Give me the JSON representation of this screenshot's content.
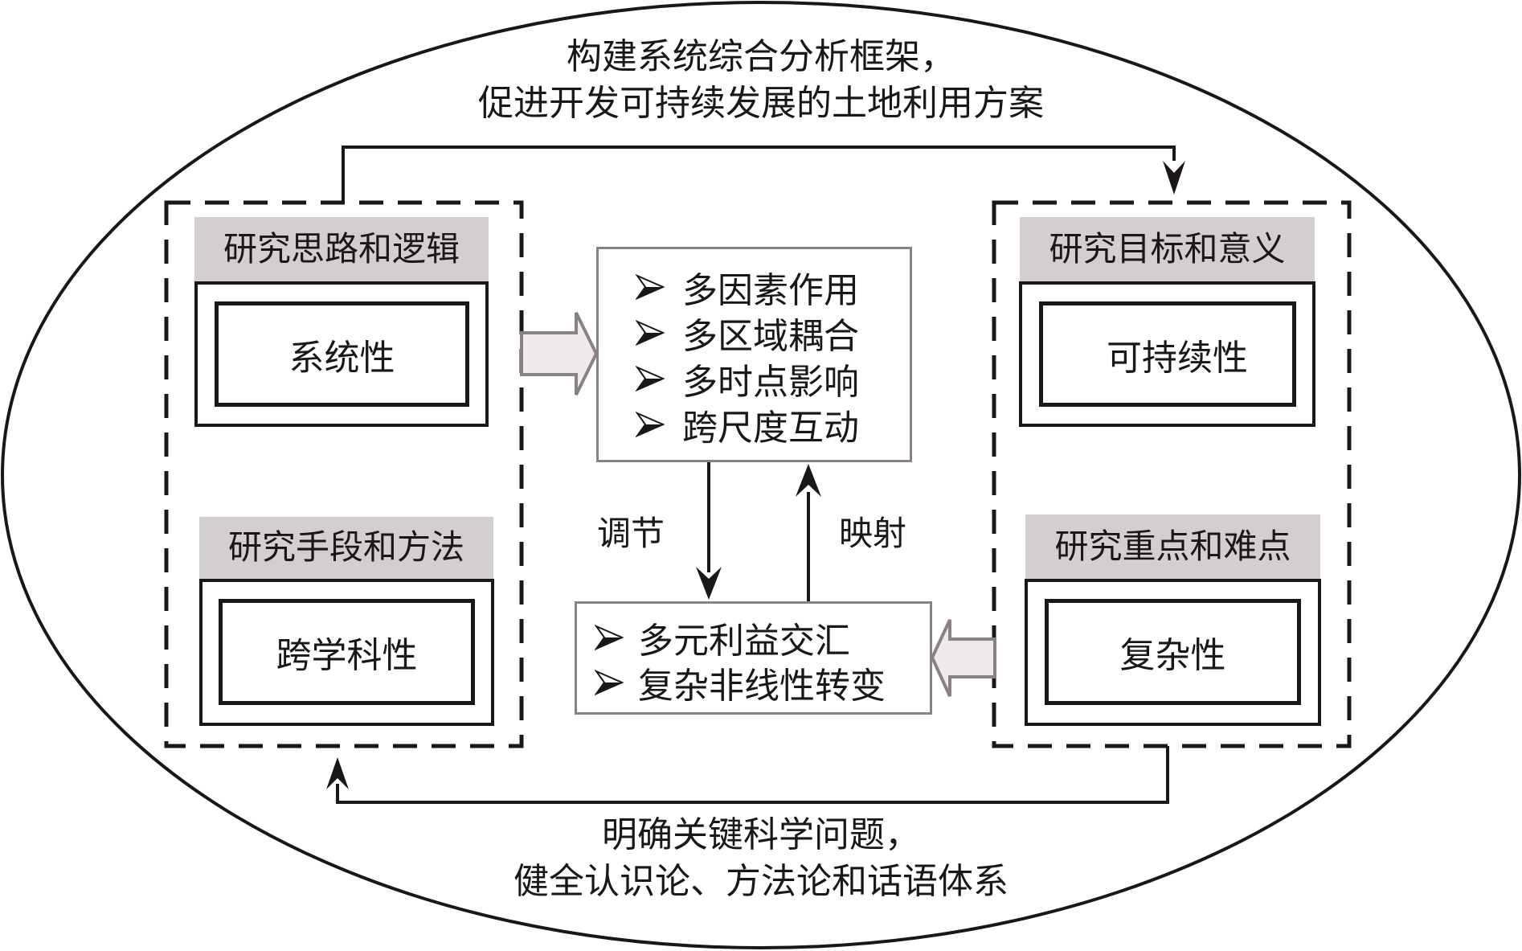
{
  "diagram": {
    "top_caption": {
      "line1": "构建系统综合分析框架，",
      "line2": "促进开发可持续发展的土地利用方案"
    },
    "bottom_caption": {
      "line1": "明确关键科学问题，",
      "line2": "健全认识论、方法论和话语体系"
    },
    "left_group": {
      "top": {
        "label": "研究思路和逻辑",
        "value": "系统性"
      },
      "bottom": {
        "label": "研究手段和方法",
        "value": "跨学科性"
      }
    },
    "right_group": {
      "top": {
        "label": "研究目标和意义",
        "value": "可持续性"
      },
      "bottom": {
        "label": "研究重点和难点",
        "value": "复杂性"
      }
    },
    "center_top": {
      "items": [
        "多因素作用",
        "多区域耦合",
        "多时点影响",
        "跨尺度互动"
      ]
    },
    "center_bottom": {
      "items": [
        "多元利益交汇",
        "复杂非线性转变"
      ]
    },
    "arrows": {
      "down_label": "调节",
      "up_label": "映射"
    },
    "colors": {
      "line": "#1a1716",
      "label_fill": "#d3cfce",
      "center_border": "#8a8280",
      "block_arrow_fill": "#efeaea",
      "block_arrow_stroke": "#8a8282"
    },
    "icons": {
      "bullet": "arrowhead-bullet-icon",
      "block_arrow": "block-arrow-icon"
    }
  }
}
